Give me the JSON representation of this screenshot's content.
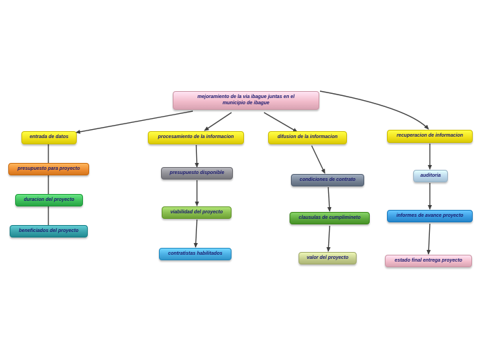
{
  "root": {
    "label": "mejoramiento de la via ibague juntas en el municipio de ibague",
    "color": "#f2bccb"
  },
  "branches": [
    {
      "label": "entrada de datos",
      "color": "#f2e21e",
      "children": [
        {
          "label": "presupuesto para proyecto",
          "color": "#ee8e34"
        },
        {
          "label": "duracion del proyecto",
          "color": "#3fbe5c"
        },
        {
          "label": "beneficiados del proyecto",
          "color": "#3aa3ab"
        }
      ]
    },
    {
      "label": "procesamiento de la informacion",
      "color": "#f2e21e",
      "children": [
        {
          "label": "presupuesto disponible",
          "color": "#8f8f95"
        },
        {
          "label": "viabilidad del proyecto",
          "color": "#88bc4e"
        },
        {
          "label": "contratistas habilitados",
          "color": "#4aaee3"
        }
      ]
    },
    {
      "label": "difusion de la informacion",
      "color": "#f2e21e",
      "children": [
        {
          "label": "condiciones de contrato",
          "color": "#788597"
        },
        {
          "label": "clausulas de cumplimineto",
          "color": "#5fab3f"
        },
        {
          "label": "valor del proyecto",
          "color": "#c6cf8f"
        }
      ]
    },
    {
      "label": "recuperacion de informacion",
      "color": "#f2e21e",
      "children": [
        {
          "label": "auditoria",
          "color": "#bcd8ec"
        },
        {
          "label": "informes de avance proyecto",
          "color": "#3d9ee3"
        },
        {
          "label": "estado final entrega proyecto",
          "color": "#f2bccb"
        }
      ]
    }
  ]
}
